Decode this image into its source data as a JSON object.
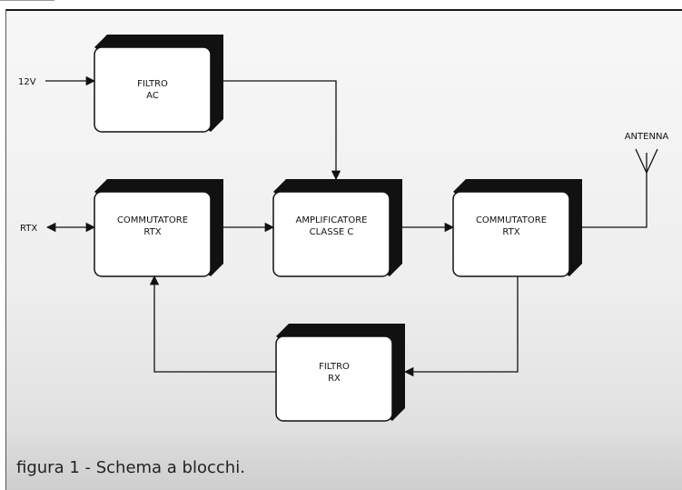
{
  "diagram": {
    "blocks": {
      "filtro_ac": [
        "FILTRO",
        "AC"
      ],
      "commutatore_left": [
        "COMMUTATORE",
        "RTX"
      ],
      "amplificatore": [
        "AMPLIFICATORE",
        "CLASSE C"
      ],
      "commutatore_right": [
        "COMMUTATORE",
        "RTX"
      ],
      "filtro_rx": [
        "FILTRO",
        "RX"
      ]
    },
    "labels": {
      "supply": "12V",
      "rtx": "RTX",
      "antenna": "ANTENNA"
    },
    "caption": "figura 1 - Schema a blocchi."
  }
}
